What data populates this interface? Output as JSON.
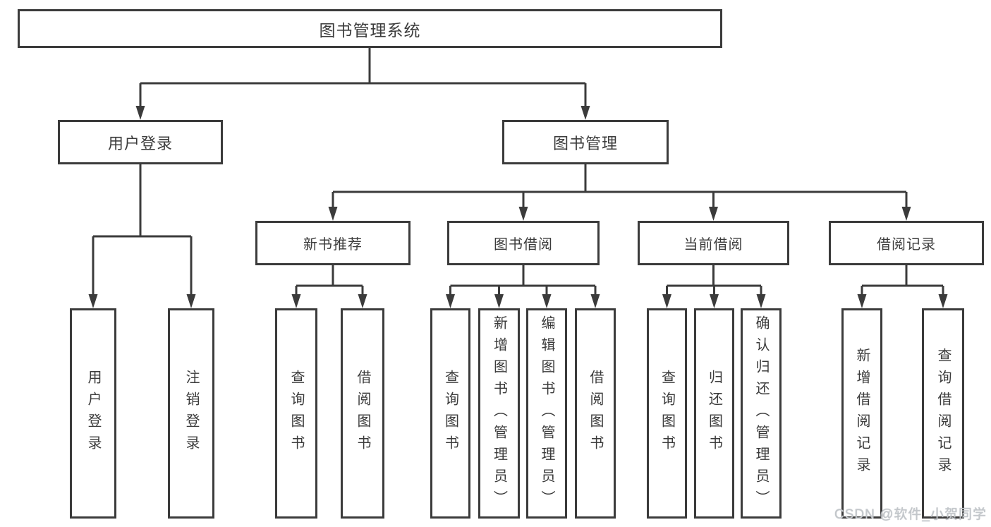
{
  "nodes": {
    "root": "图书管理系统",
    "user_login": "用户登录",
    "book_mgmt": "图书管理",
    "new_book_rec": "新书推荐",
    "book_borrow": "图书借阅",
    "current_borrow": "当前借阅",
    "borrow_record": "借阅记录",
    "leaf_user_login": "用户登录",
    "leaf_logout": "注销登录",
    "leaf_rec_query_book": "查询图书",
    "leaf_rec_borrow_book": "借阅图书",
    "leaf_bb_query_book": "查询图书",
    "leaf_bb_add_book": "新增图书（管理员）",
    "leaf_bb_edit_book": "编辑图书（管理员）",
    "leaf_bb_borrow_book": "借阅图书",
    "leaf_cb_query_book": "查询图书",
    "leaf_cb_return_book": "归还图书",
    "leaf_cb_confirm_return": "确认归还（管理员）",
    "leaf_br_add_record": "新增借阅记录",
    "leaf_br_query_record": "查询借阅记录"
  },
  "colors": {
    "line": "#3b3b3b",
    "text": "#3b3b3b",
    "watermark": "#c3c7cb"
  },
  "watermark": "CSDN @软件_小贺同学"
}
